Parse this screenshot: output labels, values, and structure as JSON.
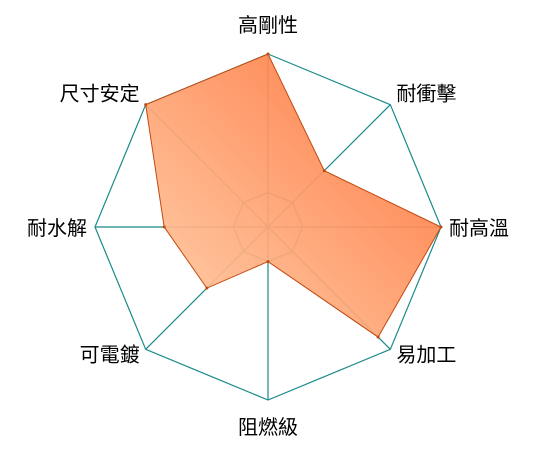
{
  "chart_data": {
    "type": "radar",
    "categories": [
      "高剛性",
      "耐衝擊",
      "耐高溫",
      "易加工",
      "阻燃級",
      "可電鍍",
      "耐水解",
      "尺寸安定"
    ],
    "series": [
      {
        "values": [
          5,
          2.3,
          5,
          4.5,
          1,
          2.5,
          3,
          5
        ]
      }
    ],
    "rmax": 5,
    "grid_levels": [
      1,
      5
    ],
    "grid": true,
    "colors": {
      "grid": "#1a8a8a",
      "fill_start": "#ffcfa8",
      "fill_end": "#ff6a2e",
      "outline": "#c24a10",
      "label": "#000000"
    }
  }
}
